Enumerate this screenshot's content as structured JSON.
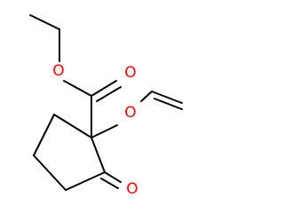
{
  "molecule": {
    "atoms": {
      "ester_oxygen": "O",
      "carbonyl_oxygen": "O",
      "ether_oxygen": "O",
      "ketone_oxygen": "O"
    },
    "colors": {
      "bond": "#000000",
      "oxygen": "#ff0000"
    }
  }
}
